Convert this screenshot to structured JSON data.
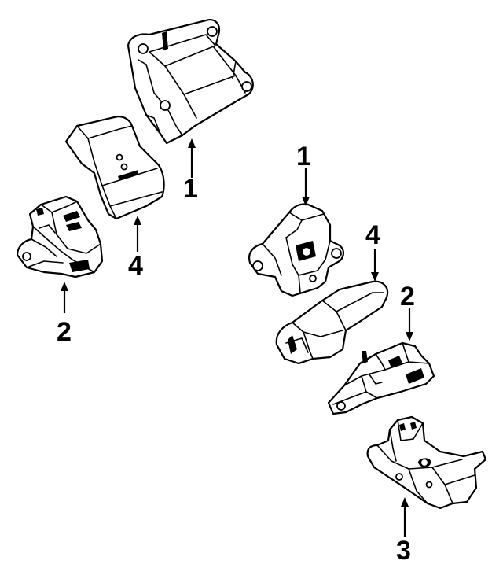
{
  "callouts": {
    "upper_left_bracket": "1",
    "upper_left_insulator": "4",
    "left_mount": "2",
    "right_bracket": "1",
    "right_insulator": "4",
    "right_mount": "2",
    "rear_mount": "3"
  }
}
